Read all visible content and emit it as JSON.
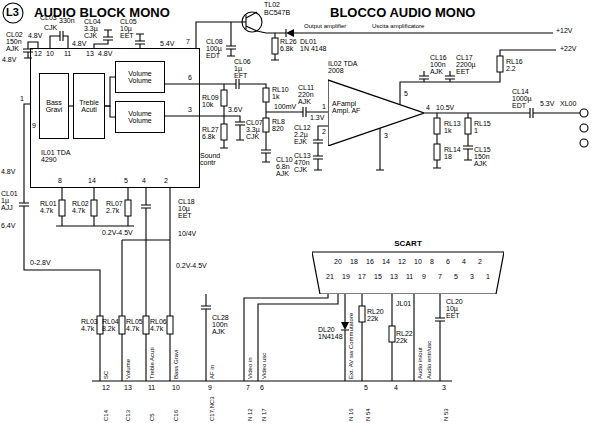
{
  "diagram": {
    "title": "AUDIO BLOCK MONO",
    "nodes": [
      {
        "text": [
          "IL01 TDA 4290"
        ]
      },
      {
        "text": [
          "Bass Gravi"
        ],
        "in": 0
      },
      {
        "text": [
          "Treble Acuti"
        ],
        "in": 0
      },
      {
        "text": [
          "Volume Volume"
        ],
        "in": 0
      },
      {
        "text": [
          "Volume Volume"
        ],
        "in": 0
      },
      {
        "text": [
          "IL02 TDA 2008",
          "AFampl Ampl. AF"
        ]
      },
      {
        "text": [
          "SCART"
        ]
      }
    ],
    "edges": [
      {
        "from": 1,
        "to": 2,
        "arrow": "none"
      },
      {
        "from": 2,
        "to": 3,
        "arrow": "none"
      },
      {
        "from": 2,
        "to": 4,
        "arrow": "none"
      }
    ],
    "labels": [
      "L3",
      "TL02",
      "BC547B",
      "BLOCCO AUDIO MONO",
      "Output amplifier",
      "Uscita amplificatore",
      "+12V",
      "+22V",
      "CL03",
      "330n",
      "CJK",
      "CL02",
      "150n",
      "AJK",
      "CL04",
      "3.3µ",
      "CJK",
      "CL05",
      "10µ",
      "EET",
      "4.8V",
      "4.8V",
      "4.8V",
      "4.8V",
      "5.4V",
      "7",
      "12",
      "10",
      "11",
      "13",
      "1",
      "9",
      "8",
      "14",
      "5",
      "4",
      "2",
      "6",
      "3",
      "CL06",
      "1µ",
      "EFT",
      "RL09",
      "10k",
      "3.6V",
      "RL27",
      "6.8k",
      "CL07",
      "3.3µ",
      "CJK",
      "Sound contr",
      "CL08",
      "100µ",
      "EDT",
      "RL26",
      "6.8k",
      "DL01",
      "1N 4148",
      "RL10",
      "1k",
      "RL8",
      "820",
      "100mV",
      "CL11",
      "220n",
      "AJK",
      "1.3V",
      "CL12",
      "2.2µ",
      "EJK",
      "CL13",
      "470n",
      "CJK",
      "CL10",
      "6.8n",
      "AJK",
      "5",
      "1",
      "2",
      "4",
      "10.5V",
      "3",
      "RL13",
      "1k",
      "RL14",
      "18",
      "RL15",
      "1",
      "CL15",
      "150n",
      "AJK",
      "CL16",
      "100n",
      "AJK",
      "CL17",
      "2200µ",
      "EET",
      "RL16",
      "2.2",
      "CL14",
      "1000µ",
      "EDT",
      "5.3V",
      "XL00",
      "4.8V",
      "CL01",
      "1µ",
      "AJJ",
      "6.4V",
      "RL01",
      "4.7k",
      "RL02",
      "4.7k",
      "RL07",
      "2.7k",
      "CL18",
      "10µ",
      "EET",
      "0.2V-4.5V",
      "10/4V",
      "0-2.8V",
      "0.2V-4.5V",
      "RL03",
      "4.7k",
      "RL04",
      "8.2k",
      "RL05",
      "4.7k",
      "RL06",
      "4.7k",
      "CL28",
      "100n",
      "AJK",
      "SC",
      "Volume",
      "Treble Acuti",
      "Bass Gravi",
      "AF in",
      "Video in",
      "Video usc",
      "DL20",
      "1N4148",
      "Ext. AV sw Commutatore",
      "RL20",
      "22k",
      "RL22",
      "22k",
      "JL01",
      "Audio in/out",
      "Audio entr/usc",
      "CL20",
      "10µ",
      "EET",
      "12",
      "13",
      "11",
      "10",
      "9",
      "7",
      "6",
      "5",
      "4",
      "3",
      "C14",
      "C13",
      "C5",
      "C16",
      "C17,NC3",
      "N 12",
      "N 17",
      "N 16",
      "N 54",
      "N 53",
      "20",
      "18",
      "16",
      "14",
      "12",
      "10",
      "8",
      "6",
      "4",
      "2",
      "21",
      "19",
      "17",
      "15",
      "13",
      "11",
      "9",
      "7",
      "5",
      "3",
      "1"
    ]
  }
}
